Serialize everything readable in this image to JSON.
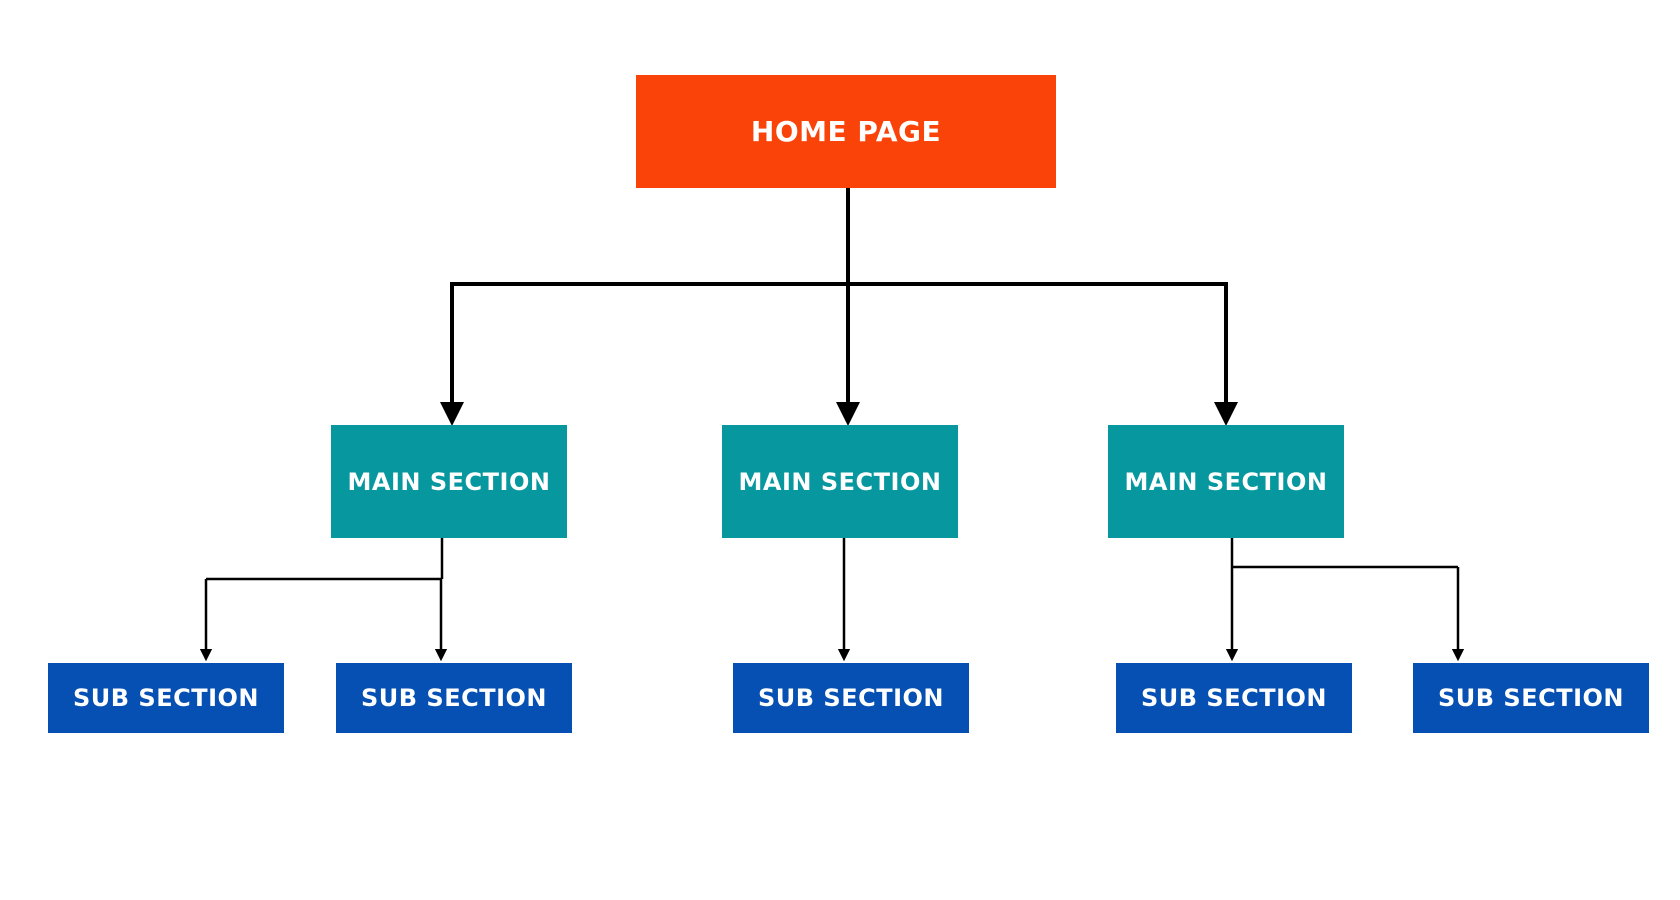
{
  "diagram": {
    "home": {
      "label": "HOME PAGE",
      "color": "#fa4309"
    },
    "main_sections": [
      {
        "label": "MAIN SECTION"
      },
      {
        "label": "MAIN SECTION"
      },
      {
        "label": "MAIN SECTION"
      }
    ],
    "sub_sections": [
      {
        "label": "SUB SECTION",
        "parent": 0
      },
      {
        "label": "SUB SECTION",
        "parent": 0
      },
      {
        "label": "SUB SECTION",
        "parent": 1
      },
      {
        "label": "SUB SECTION",
        "parent": 2
      },
      {
        "label": "SUB SECTION",
        "parent": 2
      }
    ],
    "colors": {
      "home": "#fa4309",
      "main": "#07979e",
      "sub": "#0550b2",
      "connector": "#000000"
    }
  }
}
